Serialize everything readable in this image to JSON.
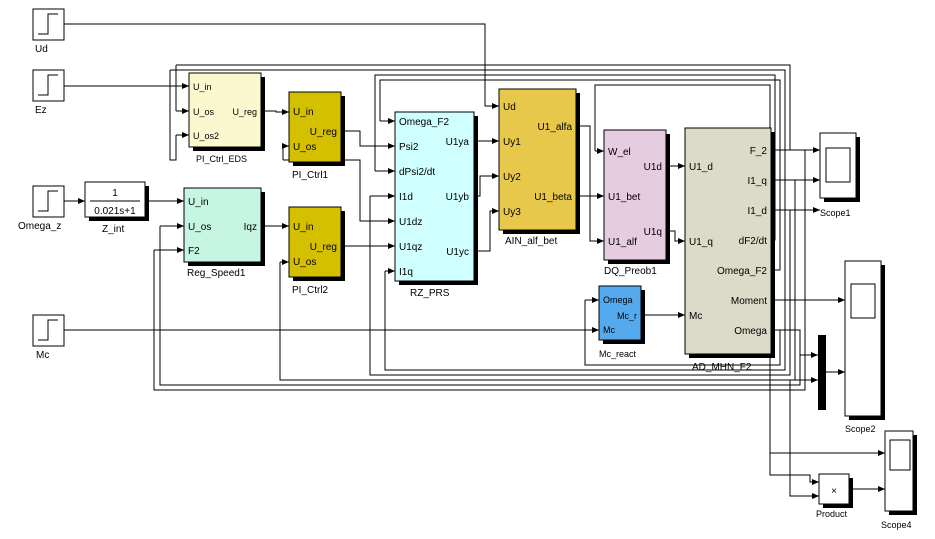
{
  "blocks": {
    "ud": {
      "label": "Ud",
      "color": "#ffffff"
    },
    "ez": {
      "label": "Ez",
      "color": "#ffffff"
    },
    "omega_z": {
      "label": "Omega_z",
      "color": "#ffffff"
    },
    "mc": {
      "label": "Mc",
      "color": "#ffffff"
    },
    "z_int": {
      "label": "Z_int",
      "num": "1",
      "den": "0.021s+1",
      "color": "#ffffff"
    },
    "pi_ctrl_eds": {
      "label": "PI_Ctrl_EDS",
      "color": "#fdf7cf",
      "in": [
        "U_in",
        "U_os",
        "U_os2"
      ],
      "out": [
        "U_reg"
      ]
    },
    "pi_ctrl1": {
      "label": "PI_Ctrl1",
      "color": "#d4c000",
      "in": [
        "U_in",
        "U_os"
      ],
      "out": [
        "U_reg"
      ]
    },
    "reg_speed1": {
      "label": "Reg_Speed1",
      "color": "#c6f5e3",
      "in": [
        "U_in",
        "U_os",
        "F2"
      ],
      "out": [
        "Iqz"
      ]
    },
    "pi_ctrl2": {
      "label": "PI_Ctrl2",
      "color": "#d4c000",
      "in": [
        "U_in",
        "U_os"
      ],
      "out": [
        "U_reg"
      ]
    },
    "rz_prs": {
      "label": "RZ_PRS",
      "color": "#cfffff",
      "in": [
        "Omega_F2",
        "Psi2",
        "dPsi2/dt",
        "I1d",
        "U1dz",
        "U1qz",
        "I1q"
      ],
      "out": [
        "U1ya",
        "U1yb",
        "U1yc"
      ]
    },
    "ain": {
      "label": "AIN_alf_bet",
      "color": "#e8c84a",
      "in": [
        "Ud",
        "Uy1",
        "Uy2",
        "Uy3"
      ],
      "out": [
        "U1_alfa",
        "U1_beta"
      ]
    },
    "dq": {
      "label": "DQ_Preob1",
      "color": "#e6cce0",
      "in": [
        "W_el",
        "U1_bet",
        "U1_alf"
      ],
      "out": [
        "U1d",
        "U1q"
      ]
    },
    "ad": {
      "label": "AD_MHN_F2",
      "color": "#dcdac8",
      "in": [
        "U1_d",
        "U1_q",
        "Mc"
      ],
      "out": [
        "F_2",
        "I1_q",
        "I1_d",
        "dF2/dt",
        "Omega_F2",
        "Moment",
        "Omega"
      ]
    },
    "mc_react": {
      "label": "Mc_react",
      "color": "#55aaee",
      "in": [
        "Omega",
        "Mc"
      ],
      "out": [
        "Mc_r"
      ]
    },
    "scope1": {
      "label": "Scope1"
    },
    "scope2": {
      "label": "Scope2"
    },
    "scope4": {
      "label": "Scope4"
    },
    "product": {
      "label": "Product",
      "symbol": "×"
    }
  }
}
